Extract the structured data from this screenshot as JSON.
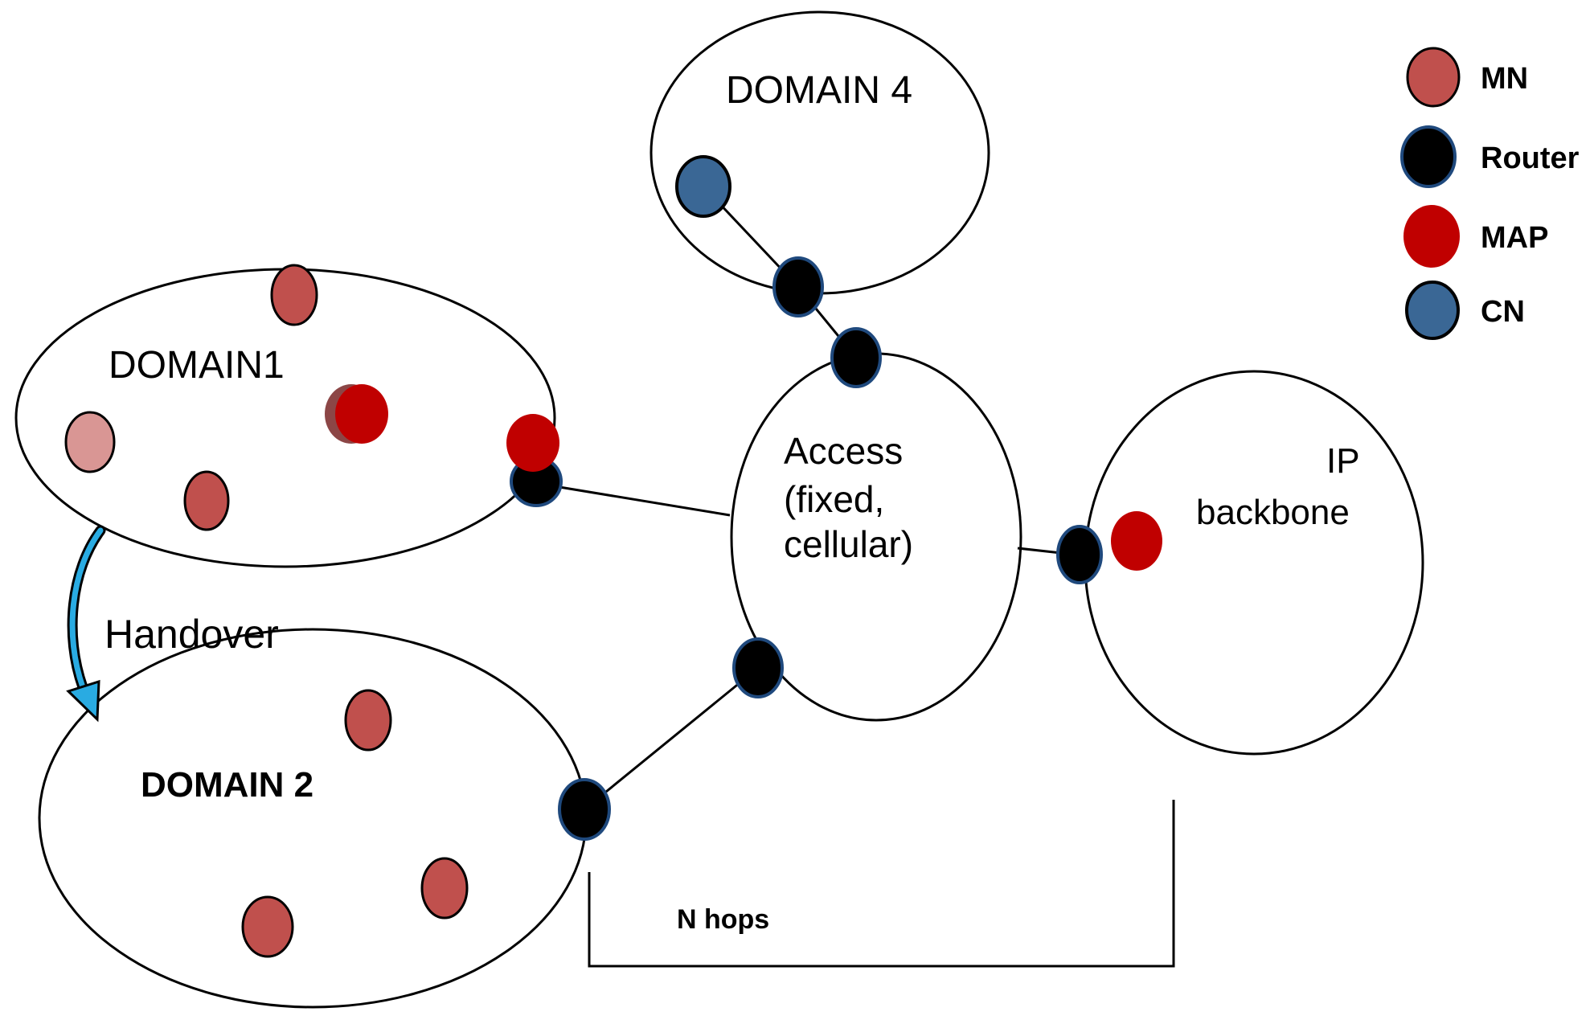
{
  "diagram": {
    "domain1_label": "DOMAIN1",
    "domain2_label": "DOMAIN 2",
    "domain4_label": "DOMAIN 4",
    "access_label_line1": "Access",
    "access_label_line2": "(fixed,",
    "access_label_line3": "cellular)",
    "ip_label_line1": "IP",
    "ip_label_line2": "backbone",
    "handover_label": "Handover",
    "n_hops_label": "N hops"
  },
  "legend": {
    "items": [
      {
        "id": "mn",
        "label": "MN",
        "color": "#C0504D"
      },
      {
        "id": "router",
        "label": "Router",
        "color": "#000000"
      },
      {
        "id": "map",
        "label": "MAP",
        "color": "#C00000"
      },
      {
        "id": "cn",
        "label": "CN",
        "color": "#3A6795"
      }
    ]
  },
  "colors": {
    "mn": "#C0504D",
    "mn_light": "#D99694",
    "map": "#C00000",
    "map_shade": "#8C4646",
    "router_fill": "#000000",
    "router_border": "#1F497D",
    "cn": "#3A6795",
    "node_border": "#000000",
    "outline": "#000000",
    "arrow_fill": "#29ABE2",
    "arrow_outline": "#000000",
    "text": "#000000"
  }
}
